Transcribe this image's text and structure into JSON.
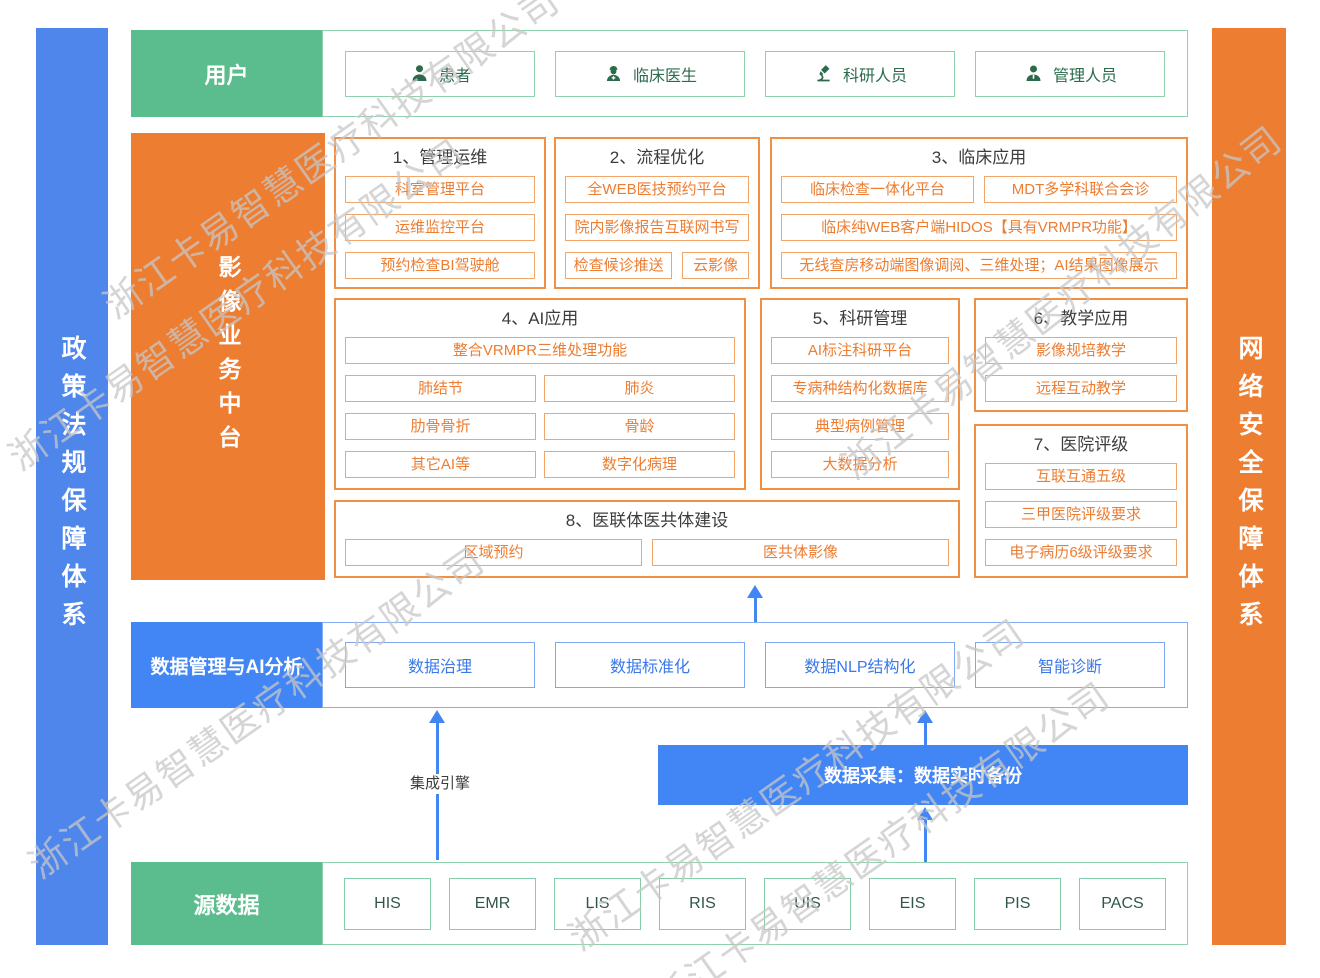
{
  "watermark": "浙江卡易智慧医疗科技有限公司",
  "side_bars": {
    "left": "政策法规保障体系",
    "right": "网络安全保障体系"
  },
  "colors": {
    "green": "#5bbd8d",
    "orange": "#ed7d31",
    "blue": "#4285f4"
  },
  "users_row": {
    "label": "用户",
    "items": [
      {
        "label": "患者",
        "icon": "patient-icon"
      },
      {
        "label": "临床医生",
        "icon": "doctor-icon"
      },
      {
        "label": "科研人员",
        "icon": "microscope-icon"
      },
      {
        "label": "管理人员",
        "icon": "admin-icon"
      }
    ]
  },
  "platform": {
    "label": "影像业务中台",
    "sections": {
      "s1": {
        "title": "1、管理运维",
        "items": [
          "科室管理平台",
          "运维监控平台",
          "预约检查BI驾驶舱"
        ]
      },
      "s2": {
        "title": "2、流程优化",
        "items": [
          "全WEB医技预约平台",
          "院内影像报告互联网书写"
        ],
        "row": [
          "检查候诊推送",
          "云影像"
        ]
      },
      "s3": {
        "title": "3、临床应用",
        "row1": [
          "临床检查一体化平台",
          "MDT多学科联合会诊"
        ],
        "row2": "临床纯WEB客户端HIDOS【具有VRMPR功能】",
        "row3": "无线查房移动端图像调阅、三维处理；AI结果图像展示"
      },
      "s4": {
        "title": "4、AI应用",
        "full": "整合VRMPR三维处理功能",
        "grid": [
          [
            "肺结节",
            "肺炎"
          ],
          [
            "肋骨骨折",
            "骨龄"
          ],
          [
            "其它AI等",
            "数字化病理"
          ]
        ]
      },
      "s5": {
        "title": "5、科研管理",
        "items": [
          "AI标注科研平台",
          "专病种结构化数据库",
          "典型病例管理",
          "大数据分析"
        ]
      },
      "s6": {
        "title": "6、教学应用",
        "items": [
          "影像规培教学",
          "远程互动教学"
        ]
      },
      "s7": {
        "title": "7、医院评级",
        "items": [
          "互联互通五级",
          "三甲医院评级要求",
          "电子病历6级评级要求"
        ]
      },
      "s8": {
        "title": "8、医联体医共体建设",
        "row": [
          "区域预约",
          "医共体影像"
        ]
      }
    }
  },
  "data_mgmt_row": {
    "label": "数据管理与AI分析",
    "items": [
      "数据治理",
      "数据标准化",
      "数据NLP结构化",
      "智能诊断"
    ]
  },
  "middle": {
    "integration_engine": "集成引擎",
    "data_collection": "数据采集：数据实时备份"
  },
  "source_row": {
    "label": "源数据",
    "items": [
      "HIS",
      "EMR",
      "LIS",
      "RIS",
      "UIS",
      "EIS",
      "PIS",
      "PACS"
    ]
  }
}
